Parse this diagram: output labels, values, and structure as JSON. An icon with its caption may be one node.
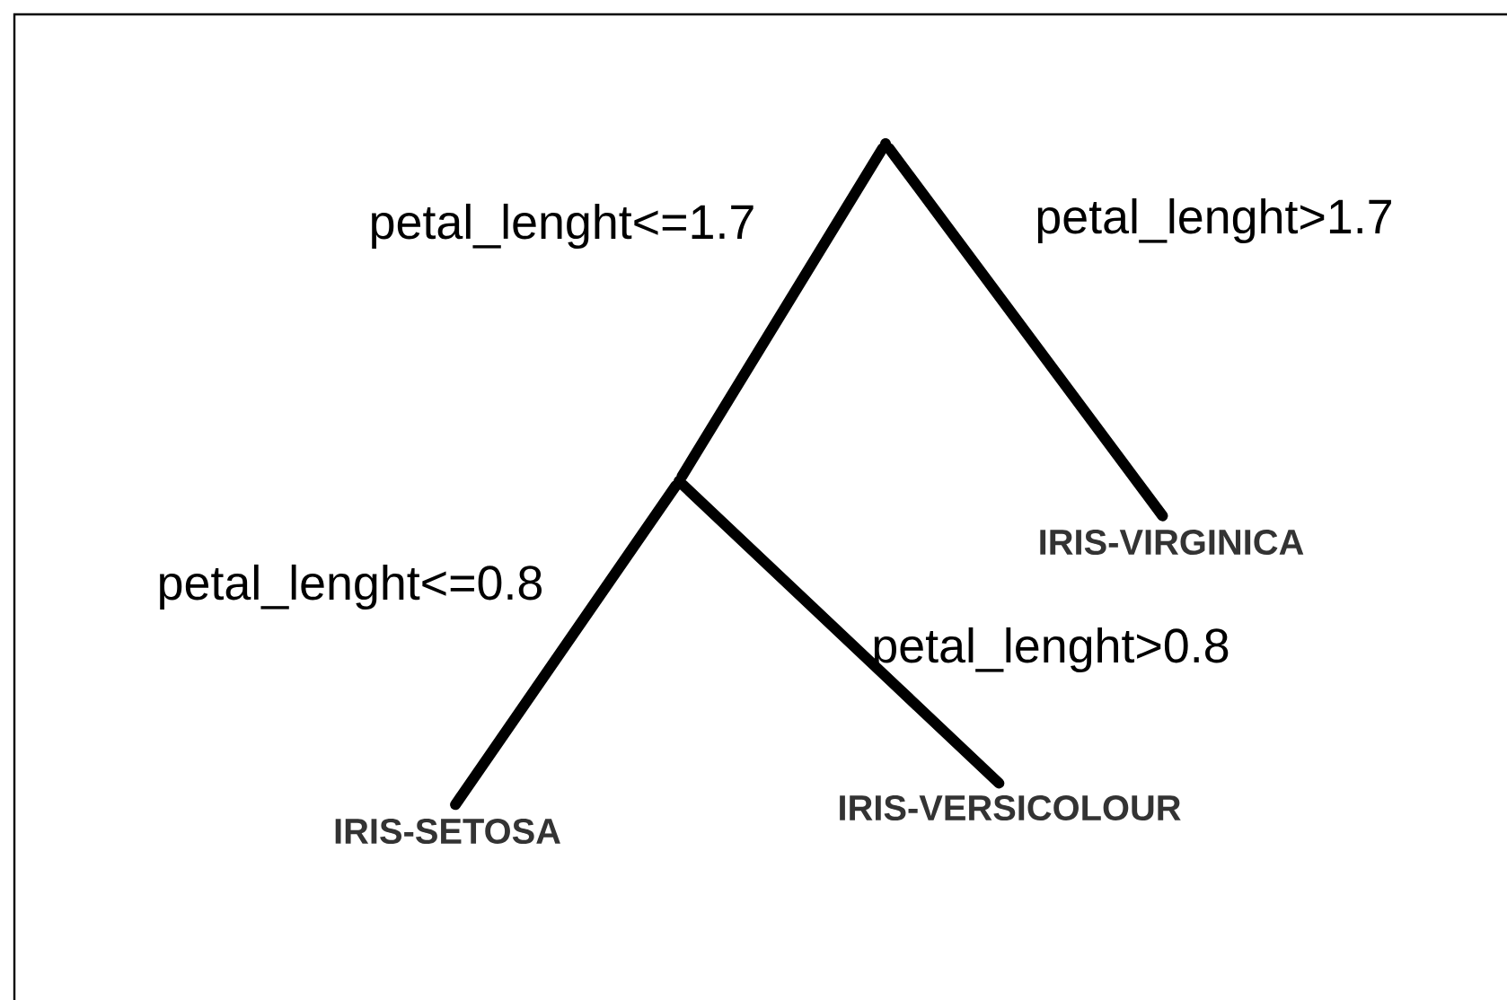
{
  "diagram": {
    "nodes": [
      {
        "text": [],
        "shape": "point"
      },
      {
        "text": [],
        "shape": "point"
      },
      {
        "text": [
          "IRIS-VIRGINICA"
        ]
      },
      {
        "text": [
          "IRIS-SETOSA"
        ]
      },
      {
        "text": [
          "IRIS-VERSICOLOUR"
        ]
      }
    ],
    "edges": [
      {
        "from": 0,
        "to": 1,
        "arrow": "none",
        "label": "petal_lenght<=1.7"
      },
      {
        "from": 0,
        "to": 2,
        "arrow": "none",
        "label": "petal_lenght>1.7"
      },
      {
        "from": 1,
        "to": 3,
        "arrow": "none",
        "label": "petal_lenght<=0.8"
      },
      {
        "from": 1,
        "to": 4,
        "arrow": "none",
        "label": "petal_lenght>0.8"
      }
    ]
  }
}
